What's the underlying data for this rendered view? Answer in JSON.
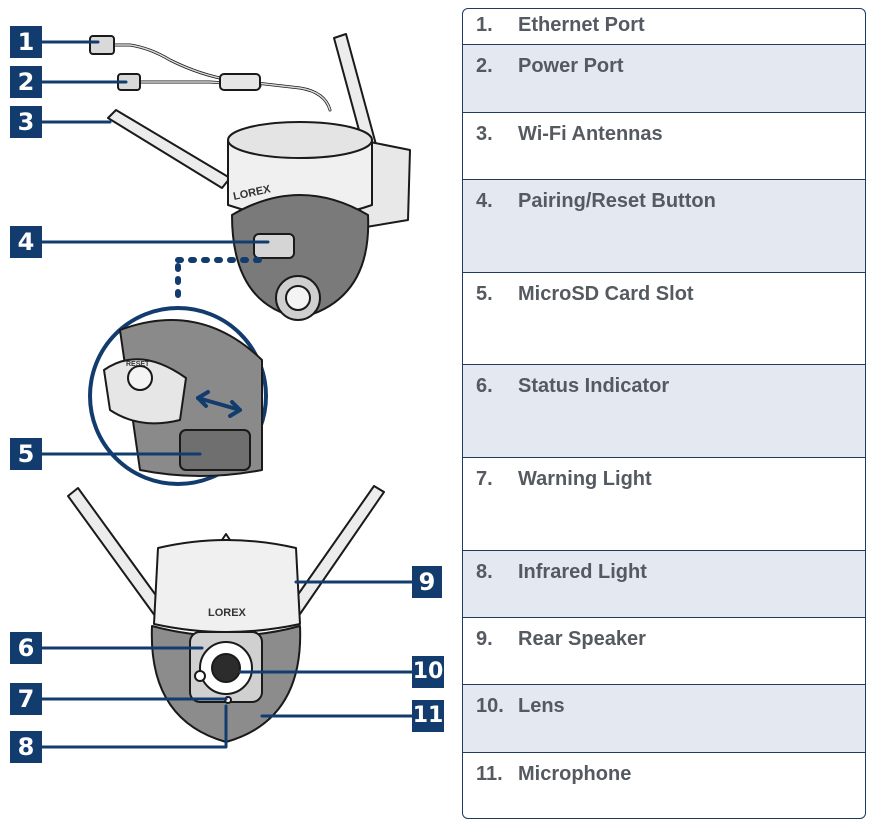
{
  "callouts": [
    "1",
    "2",
    "3",
    "4",
    "5",
    "6",
    "7",
    "8",
    "9",
    "10",
    "11"
  ],
  "brand": "LOREX",
  "reset_label": "RESET",
  "legend": [
    {
      "number": "1.",
      "label": "Ethernet Port"
    },
    {
      "number": "2.",
      "label": "Power Port"
    },
    {
      "number": "3.",
      "label": "Wi-Fi Antennas"
    },
    {
      "number": "4.",
      "label": "Pairing/Reset Button"
    },
    {
      "number": "5.",
      "label": "MicroSD Card Slot"
    },
    {
      "number": "6.",
      "label": "Status Indicator"
    },
    {
      "number": "7.",
      "label": "Warning Light"
    },
    {
      "number": "8.",
      "label": "Infrared Light"
    },
    {
      "number": "9.",
      "label": "Rear Speaker"
    },
    {
      "number": "10.",
      "label": "Lens"
    },
    {
      "number": "11.",
      "label": "Microphone"
    }
  ],
  "colors": {
    "callout": "#133c6e",
    "row_shade": "#e4e8f1",
    "border": "#1f3b61",
    "text": "#555a60"
  }
}
